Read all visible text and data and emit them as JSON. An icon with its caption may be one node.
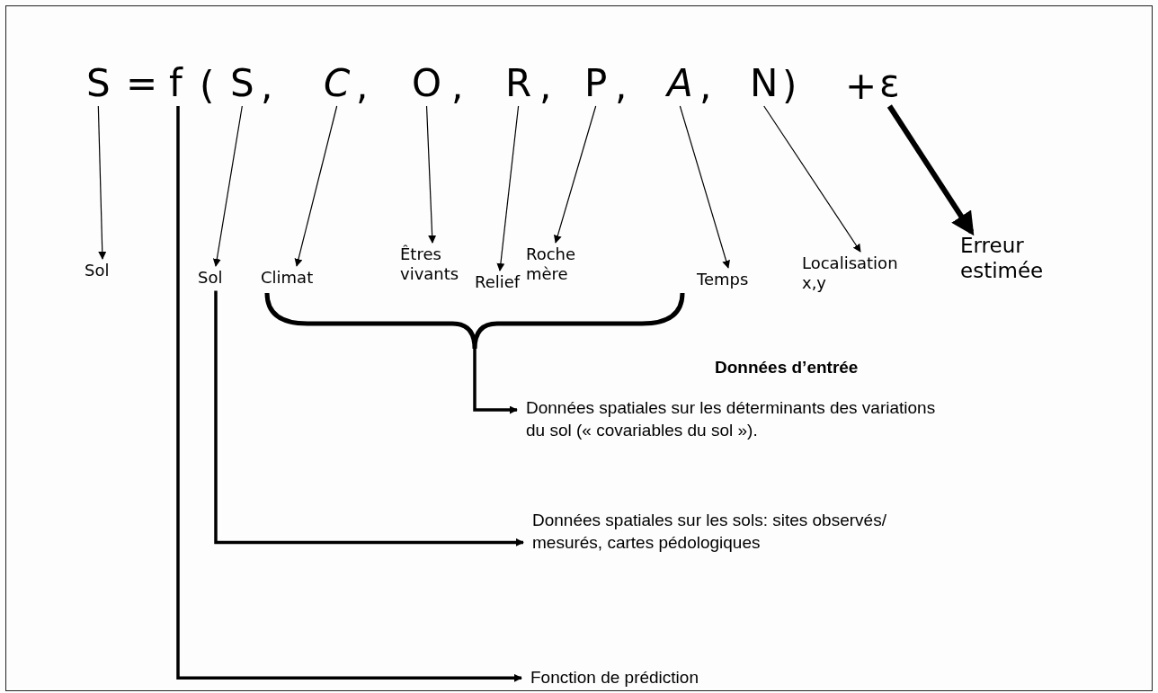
{
  "diagram": {
    "nodes": [
      {
        "text": [
          "S"
        ]
      },
      {
        "text": [
          "f"
        ]
      },
      {
        "text": [
          "S"
        ]
      },
      {
        "text": [
          "C"
        ]
      },
      {
        "text": [
          "O"
        ]
      },
      {
        "text": [
          "R"
        ]
      },
      {
        "text": [
          "P"
        ]
      },
      {
        "text": [
          "A"
        ]
      },
      {
        "text": [
          "N"
        ]
      },
      {
        "text": [
          "ε"
        ]
      },
      {
        "text": [
          "Sol"
        ]
      },
      {
        "text": [
          "Sol"
        ]
      },
      {
        "text": [
          "Climat"
        ]
      },
      {
        "text": [
          "Êtres vivants"
        ]
      },
      {
        "text": [
          "Relief"
        ]
      },
      {
        "text": [
          "Roche mère"
        ]
      },
      {
        "text": [
          "Temps"
        ]
      },
      {
        "text": [
          "Localisation x,y"
        ]
      },
      {
        "text": [
          "Erreur estimée"
        ]
      },
      {
        "text": [],
        "shape": "brace"
      },
      {
        "text": [
          "Données spatiales sur les déterminants des variations du sol (« covariables du sol »)."
        ]
      },
      {
        "text": [
          "Données spatiales sur les sols: sites observés/ mesurés, cartes pédologiques"
        ]
      },
      {
        "text": [
          "Fonction de prédiction"
        ]
      }
    ],
    "edges": [
      {
        "from": 0,
        "to": 10,
        "arrow": "to"
      },
      {
        "from": 2,
        "to": 11,
        "arrow": "to"
      },
      {
        "from": 3,
        "to": 12,
        "arrow": "to"
      },
      {
        "from": 4,
        "to": 13,
        "arrow": "to"
      },
      {
        "from": 5,
        "to": 14,
        "arrow": "to"
      },
      {
        "from": 6,
        "to": 15,
        "arrow": "to"
      },
      {
        "from": 7,
        "to": 16,
        "arrow": "to"
      },
      {
        "from": 8,
        "to": 17,
        "arrow": "to"
      },
      {
        "from": 9,
        "to": 18,
        "arrow": "to",
        "style": "thick"
      },
      {
        "from": 1,
        "to": 22,
        "arrow": "to",
        "style": "thick"
      },
      {
        "from": 11,
        "to": 21,
        "arrow": "to",
        "style": "thick"
      },
      {
        "from": 19,
        "to": 20,
        "arrow": "to",
        "style": "thick"
      }
    ],
    "labels": [
      "=",
      "(",
      ",",
      ",",
      ",",
      ",",
      ",",
      ",",
      ")",
      "+",
      "Données d’entrée"
    ]
  }
}
